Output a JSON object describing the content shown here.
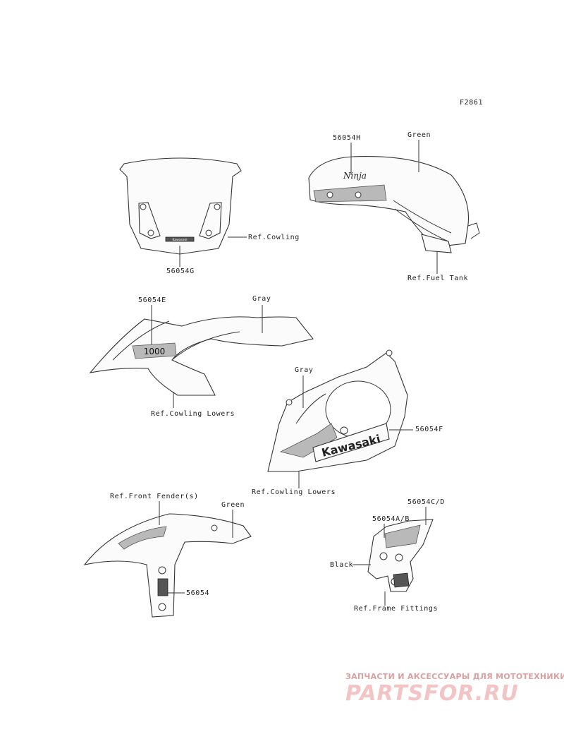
{
  "figure_code": "F2861",
  "labels": {
    "p56054H": "56054H",
    "green_tank": "Green",
    "ref_cowling": "Ref.Cowling",
    "p56054G": "56054G",
    "ref_fuel_tank": "Ref.Fuel Tank",
    "p56054E": "56054E",
    "gray_upper": "Gray",
    "ref_cowling_lowers_1": "Ref.Cowling Lowers",
    "gray_lower": "Gray",
    "p56054F": "56054F",
    "ref_cowling_lowers_2": "Ref.Cowling Lowers",
    "ref_front_fender": "Ref.Front Fender(s)",
    "green_fender": "Green",
    "p56054": "56054",
    "p56054CD": "56054C/D",
    "p56054AB": "56054A/B",
    "black": "Black",
    "ref_frame_fittings": "Ref.Frame Fittings"
  },
  "decals": {
    "kawasaki_small": "Kawasaki",
    "ninja": "Ninja",
    "model_1000": "1000",
    "kawasaki_large": "Kawasaki"
  },
  "watermark": {
    "tagline": "ЗАПЧАСТИ И АКСЕССУАРЫ ДЛЯ МОТОТЕХНИКИ",
    "brand": "PARTSFOR.RU"
  },
  "colors": {
    "line": "#333333",
    "watermark": "#e8a6a6"
  }
}
